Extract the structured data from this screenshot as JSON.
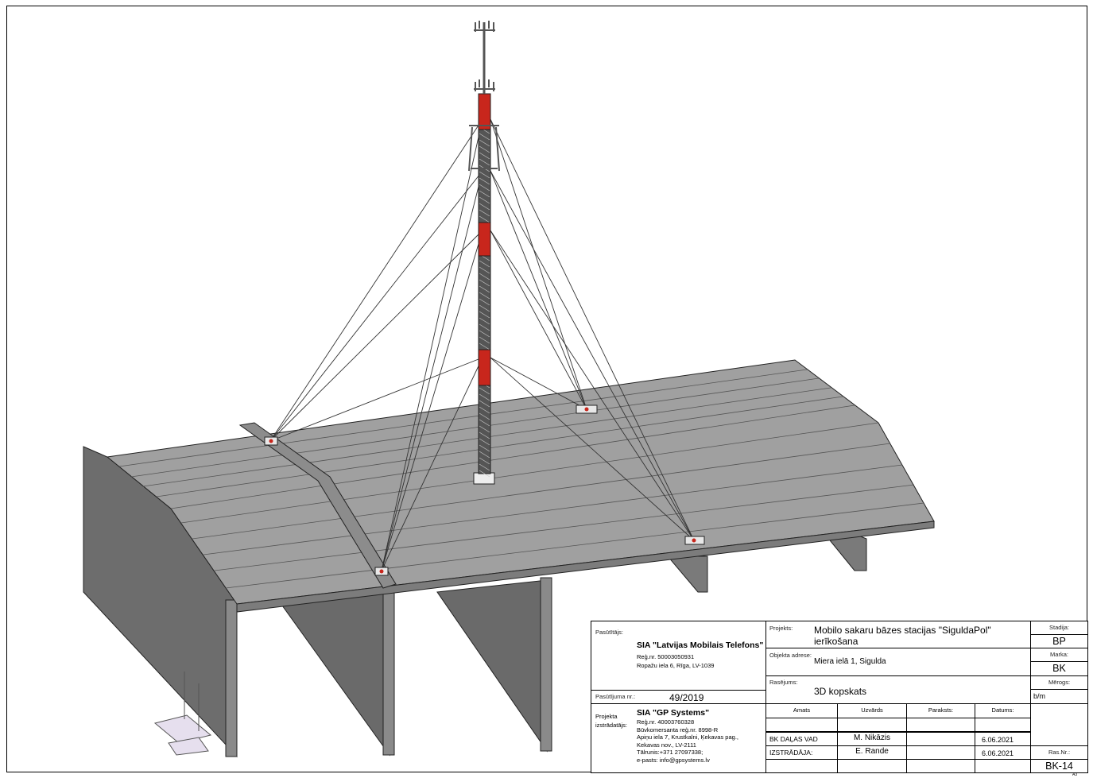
{
  "title_block": {
    "client_label": "Pasūtītājs:",
    "client_name": "SIA \"Latvijas Mobilais Telefons\"",
    "client_reg": "Reģ.nr. 50003050931",
    "client_address": "Ropažu iela 6, Rīga, LV-1039",
    "order_label": "Pasūtījuma nr.:",
    "order_number": "49/2019",
    "developer_label_1": "Projekta",
    "developer_label_2": "izstrādatājs:",
    "developer_name": "SIA \"GP Systems\"",
    "developer_lines": [
      "Reģ.nr. 40003760328",
      "Būvkomersanta reģ.nr. 8998-R",
      "Apiņu iela 7, Krustkalni, Ķekavas pag.,",
      "Kekavas nov., LV-2111",
      "Tālrunis:+371 27097338;",
      "e-pasts:  info@gpsystems.lv"
    ],
    "project_label": "Projekts:",
    "project_line1": "Mobilo sakaru bāzes stacijas \"SiguldaPol\"",
    "project_line2": "ierīkošana",
    "address_label": "Objekta adrese:",
    "address": "Miera ielā 1, Sigulda",
    "drawing_label": "Rasējums:",
    "drawing": "3D kopskats",
    "stage_label": "Stadija:",
    "stage": "BP",
    "mark_label": "Marka:",
    "mark": "BK",
    "scale_label": "Mērogs:",
    "scale": "b/m",
    "sheet_label": "Ras.Nr.:",
    "sheet": "BK-14",
    "format": "A3",
    "signatures": {
      "headers": [
        "Amats",
        "Uzvārds",
        "Paraksts:",
        "Datums:"
      ],
      "rows": [
        {
          "role": "BK DAĻAS VAD",
          "name": "M. Nikāzis",
          "date": "6.06.2021"
        },
        {
          "role": "IZSTRĀDĀJA:",
          "name": "E. Rande",
          "date": "6.06.2021"
        }
      ]
    }
  },
  "colors": {
    "tower_red": "#c8261c",
    "roof": "#9a9a9a",
    "wall": "#6e6e6e"
  }
}
